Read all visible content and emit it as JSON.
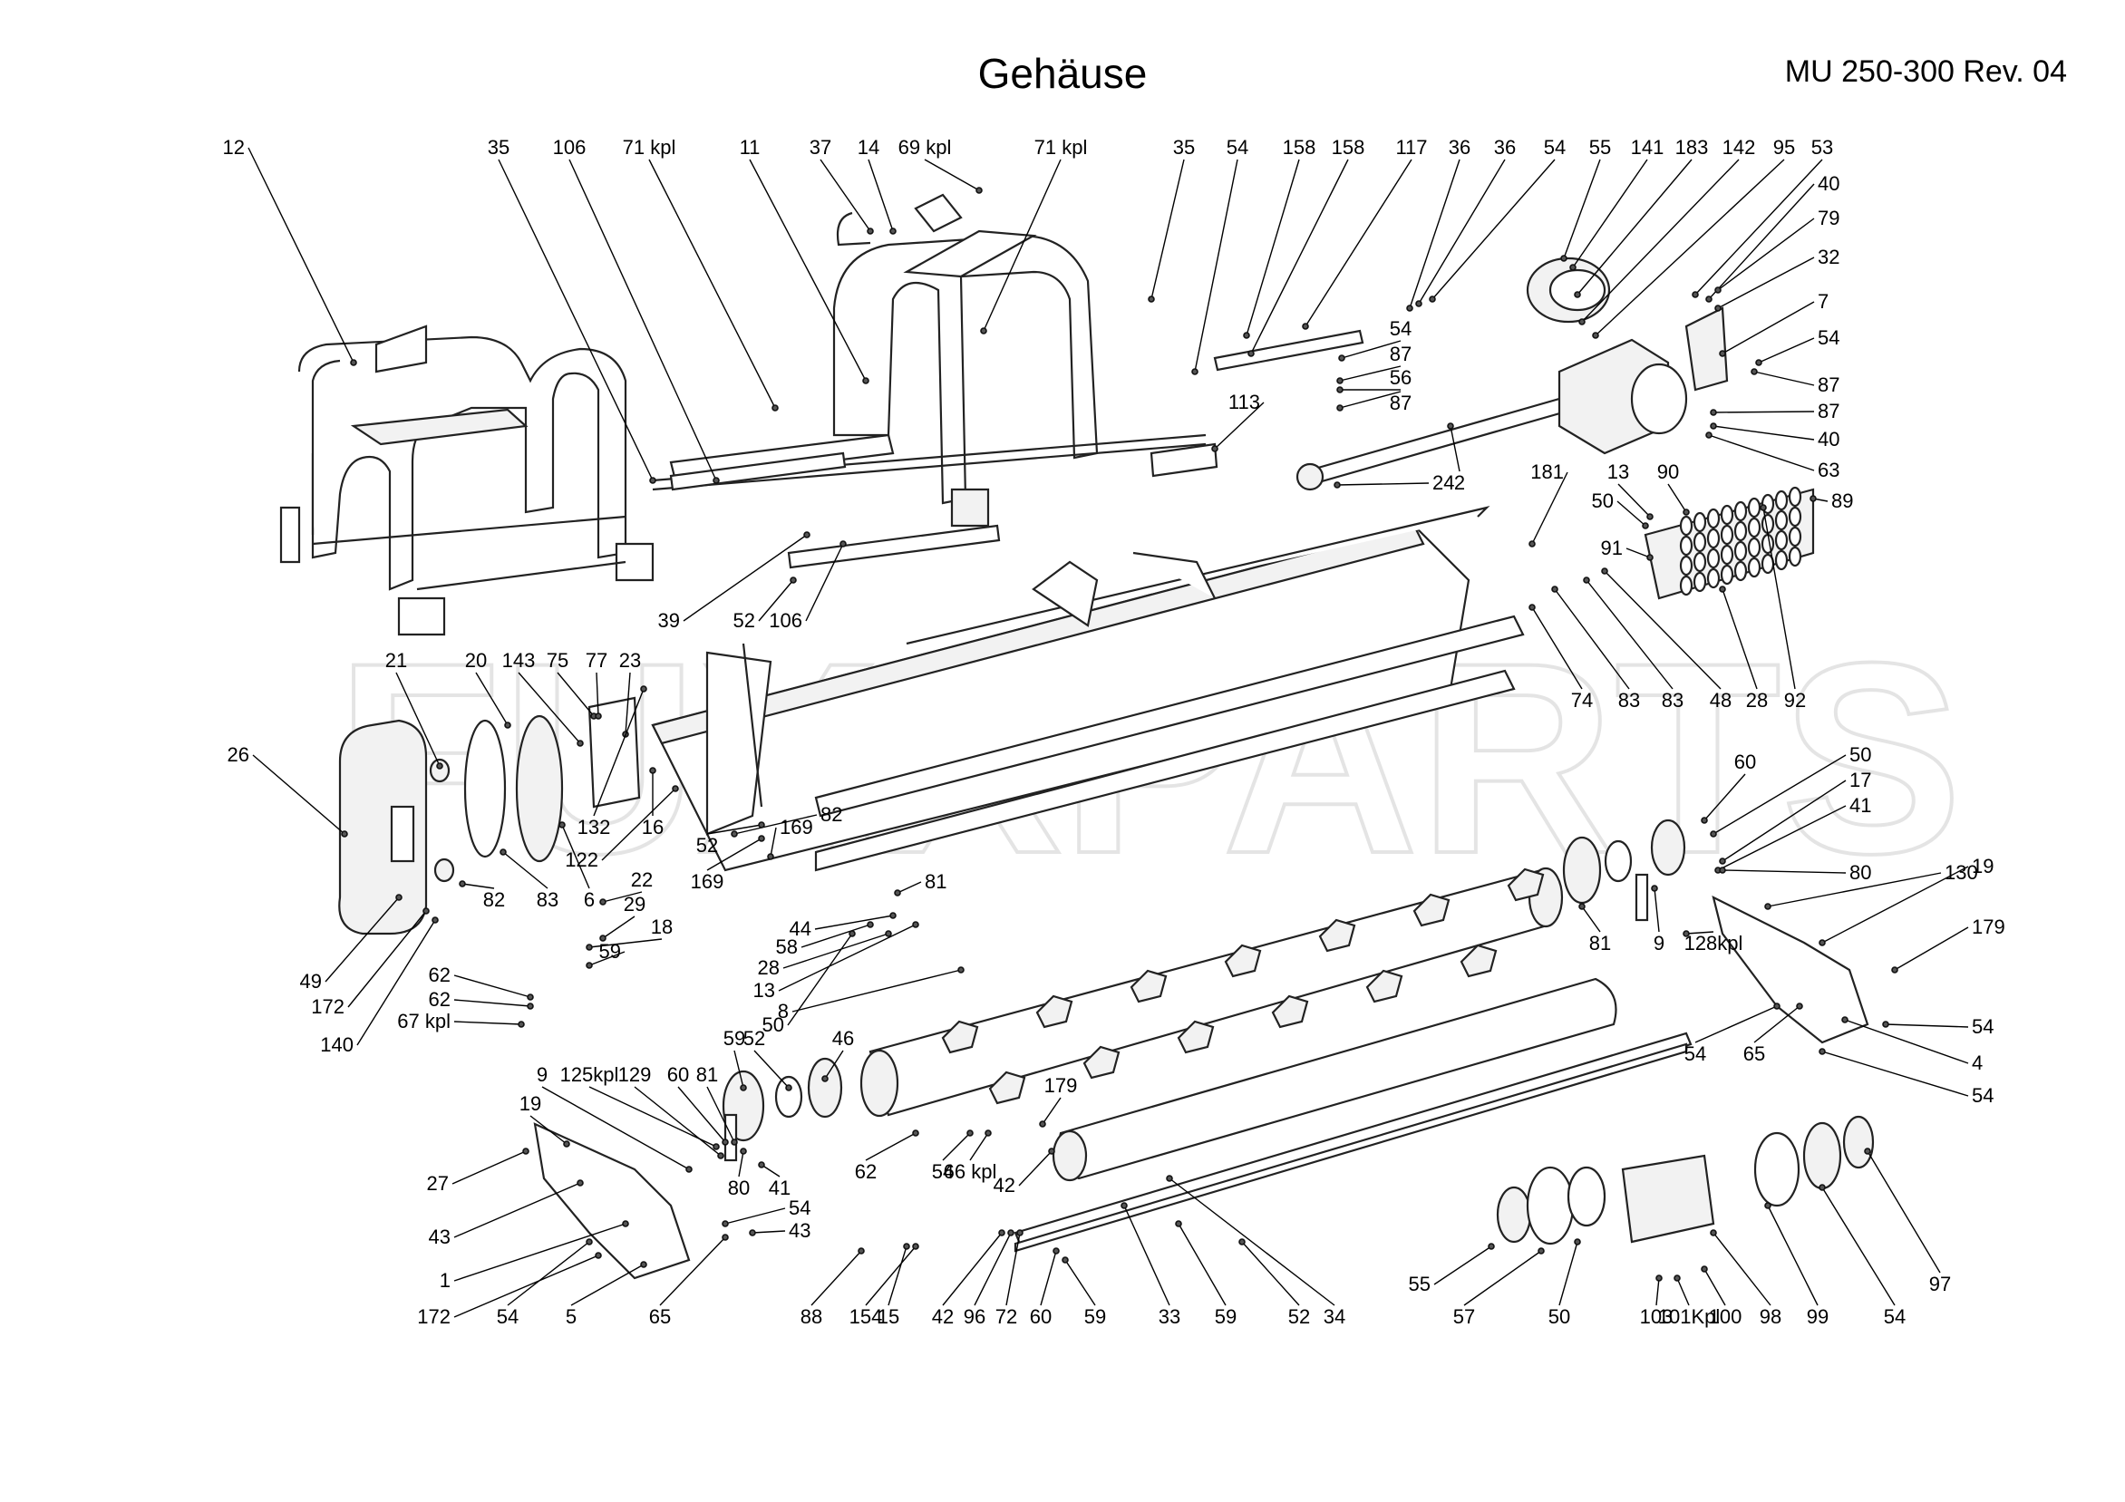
{
  "title": "Gehäuse",
  "revision": "MU 250-300 Rev. 04",
  "watermark": "FUXXPARTS",
  "labels": [
    "12",
    "35",
    "106",
    "71 kpl",
    "11",
    "37",
    "14",
    "69 kpl",
    "71 kpl",
    "35",
    "54",
    "158",
    "158",
    "117",
    "36",
    "36",
    "54",
    "55",
    "141",
    "183",
    "142",
    "95",
    "53",
    "40",
    "79",
    "32",
    "7",
    "54",
    "87",
    "87",
    "40",
    "63",
    "54",
    "87",
    "56",
    "87",
    "113",
    "24",
    "2",
    "181",
    "13",
    "90",
    "50",
    "89",
    "91",
    "39",
    "52",
    "106",
    "74",
    "83",
    "83",
    "48",
    "28",
    "92",
    "21",
    "20",
    "143",
    "75",
    "77",
    "23",
    "26",
    "132",
    "16",
    "82",
    "122",
    "52",
    "169",
    "169",
    "82",
    "83",
    "6",
    "22",
    "29",
    "18",
    "59",
    "49",
    "172",
    "140",
    "81",
    "44",
    "58",
    "28",
    "13",
    "8",
    "50",
    "50",
    "17",
    "41",
    "80",
    "60",
    "81",
    "9",
    "128kpl",
    "130",
    "19",
    "179",
    "54",
    "4",
    "54",
    "65",
    "54",
    "62",
    "62",
    "67 kpl",
    "52",
    "59",
    "46",
    "9",
    "125kpl",
    "129",
    "60",
    "81",
    "19",
    "80",
    "41",
    "179",
    "27",
    "43",
    "1",
    "172",
    "54",
    "5",
    "54",
    "43",
    "65",
    "62",
    "54",
    "66 kpl",
    "42",
    "154",
    "88",
    "15",
    "42",
    "96",
    "72",
    "60",
    "59",
    "33",
    "59",
    "52",
    "34",
    "55",
    "57",
    "50",
    "103",
    "101Kpl",
    "100",
    "98",
    "99",
    "54",
    "97",
    "100",
    "102Kpl",
    "103"
  ]
}
